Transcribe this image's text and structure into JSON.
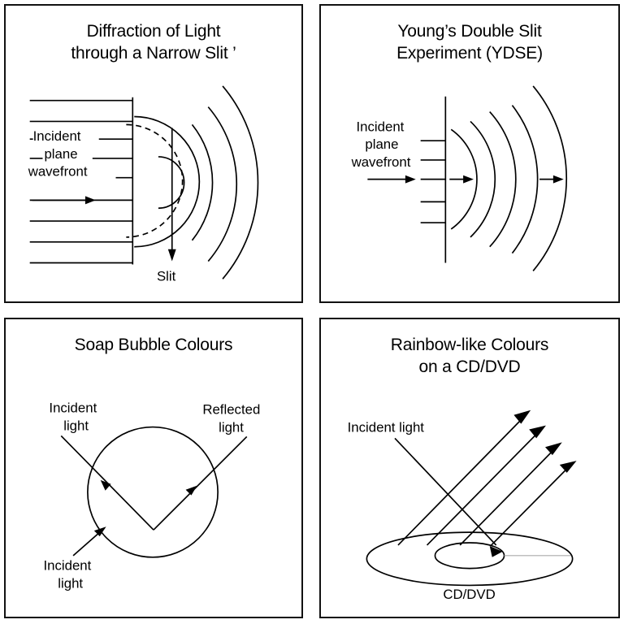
{
  "figure": {
    "background": "#ffffff",
    "line_color": "#000000",
    "faint_line_color": "#aaaaaa",
    "panel_count": 4
  },
  "panels": [
    {
      "id": "diffraction-narrow-slit",
      "title": "Diffraction of Light\nthrough a Narrow Slit ’",
      "labels": {
        "wavefront": "Incident\nplane\nwavefront",
        "wavefront_line1": "Incident",
        "wavefront_line2": "plane",
        "wavefront_line3": "wavefront",
        "slit": "Slit"
      }
    },
    {
      "id": "young-double-slit",
      "title": "Young’s Double Slit\nExperiment (YDSE)",
      "labels": {
        "wavefront_line1": "Incident",
        "wavefront_line2": "plane",
        "wavefront_line3": "wavefront"
      }
    },
    {
      "id": "soap-bubble-colours",
      "title": "Soap Bubble Colours",
      "labels": {
        "incident_top_line1": "Incident",
        "incident_top_line2": "light",
        "reflected_line1": "Reflected",
        "reflected_line2": "light",
        "incident_bottom_line1": "Incident",
        "incident_bottom_line2": "light"
      }
    },
    {
      "id": "cd-dvd-rainbow-colours",
      "title": "Rainbow-like Colours\non a CD/DVD",
      "labels": {
        "incident": "Incident light",
        "disc": "CD/DVD"
      }
    }
  ]
}
